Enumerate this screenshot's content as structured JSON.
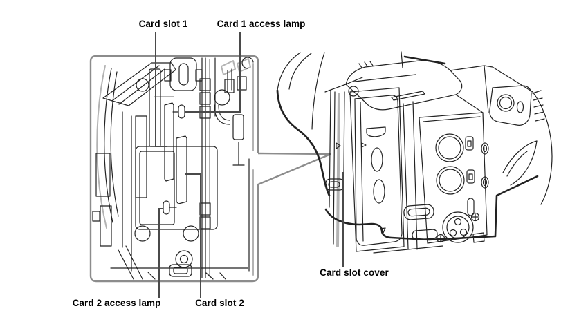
{
  "diagram": {
    "type": "camera-manual-callout-diagram",
    "labels": {
      "card_slot_1": "Card slot 1",
      "card_1_access_lamp": "Card 1 access lamp",
      "card_2_access_lamp": "Card 2 access lamp",
      "card_slot_2": "Card slot 2",
      "card_slot_cover": "Card slot cover"
    },
    "colors": {
      "background": "#ffffff",
      "line_art": "#222222",
      "gray_shading": "#b3b3b3",
      "callout_box": "#8c8c8c",
      "leader_line": "#4a4a4a",
      "label_text": "#000000"
    }
  }
}
